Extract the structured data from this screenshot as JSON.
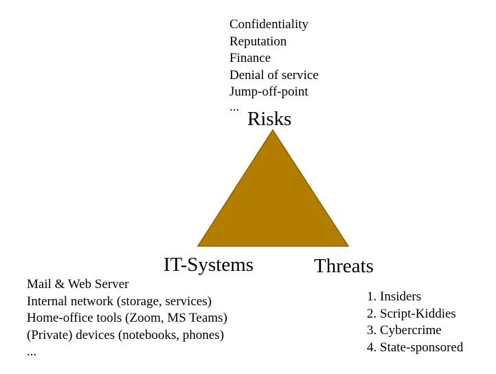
{
  "risks": {
    "label": "Risks",
    "items": [
      "Confidentiality",
      "Reputation",
      "Finance",
      "Denial of service",
      "Jump-off-point",
      "..."
    ]
  },
  "it_systems": {
    "label": "IT-Systems",
    "items": [
      "Mail & Web Server",
      "Internal network (storage, services)",
      "Home-office tools (Zoom, MS Teams)",
      "(Private) devices (notebooks, phones)",
      "..."
    ]
  },
  "threats": {
    "label": "Threats",
    "items": [
      "1. Insiders",
      "2. Script-Kiddies",
      "3. Cybercrime",
      "4. State-sponsored"
    ]
  },
  "colors": {
    "triangle_fill": "#B37D00",
    "triangle_stroke": "#8A5F00"
  }
}
